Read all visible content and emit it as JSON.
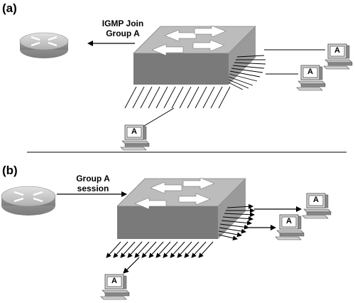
{
  "panel_a": {
    "label": "(a)",
    "annotation_line1": "IGMP Join",
    "annotation_line2": "Group A",
    "hosts": [
      {
        "name": "host-a-top-right",
        "letter": "A"
      },
      {
        "name": "host-a-middle-right",
        "letter": "A"
      },
      {
        "name": "host-a-bottom",
        "letter": "A"
      }
    ]
  },
  "panel_b": {
    "label": "(b)",
    "annotation_line1": "Group A",
    "annotation_line2": "session",
    "hosts": [
      {
        "name": "host-b-top-right",
        "letter": "A"
      },
      {
        "name": "host-b-middle-right",
        "letter": "A"
      },
      {
        "name": "host-b-bottom",
        "letter": "A"
      }
    ]
  },
  "colors": {
    "switch_top": "#bdbdbd",
    "switch_front": "#7a7a7a",
    "switch_side": "#9a9a9a",
    "router": "#a8a8a8",
    "line": "#000000"
  }
}
